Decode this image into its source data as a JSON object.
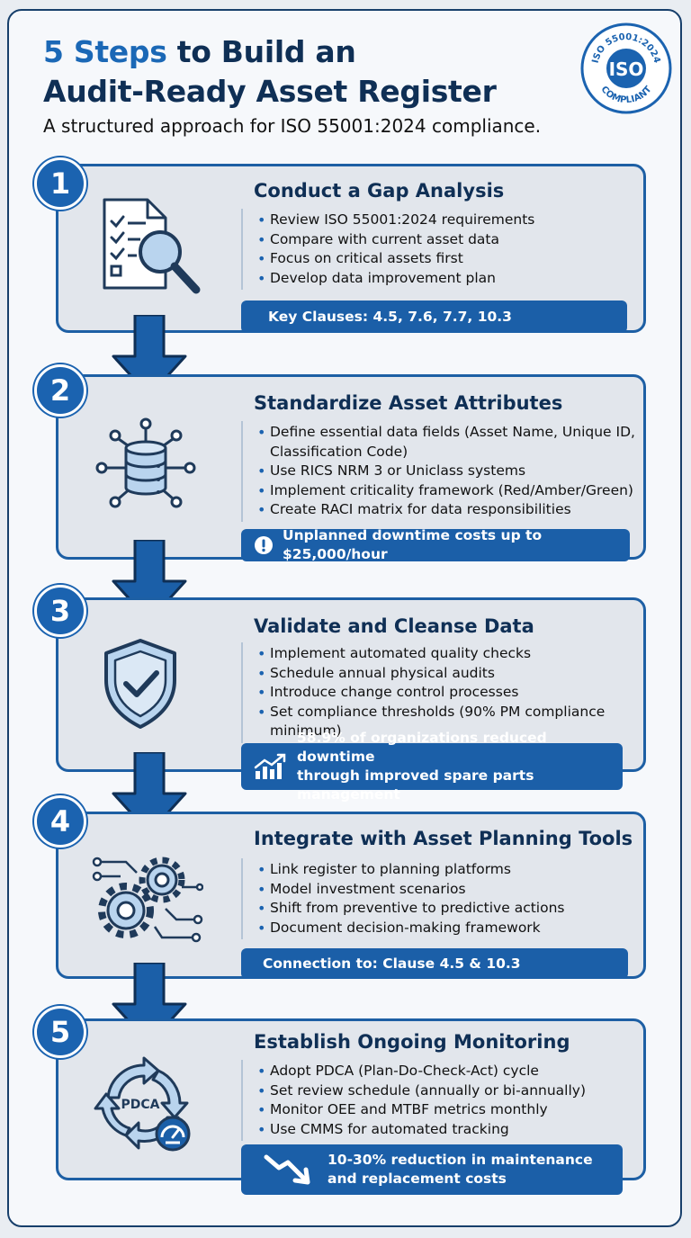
{
  "header": {
    "title_accent": "5 Steps",
    "title_rest": "to Build an",
    "title_line2": "Audit-Ready Asset Register",
    "subtitle": "A structured approach for ISO 55001:2024 compliance.",
    "badge": {
      "center": "ISO",
      "top": "ISO 55001:2024",
      "bottom": "COMPLIANT",
      "icon": "iso-compliance-seal"
    }
  },
  "colors": {
    "primary": "#1b63b0",
    "dark": "#0f2f55",
    "card": "#e2e6ec",
    "banner": "#1b5fa8"
  },
  "steps": [
    {
      "number": "1",
      "title": "Conduct a Gap Analysis",
      "icon": "checklist-magnifier-icon",
      "bullets": [
        "Review ISO 55001:2024 requirements",
        "Compare with current asset data",
        "Focus on critical assets first",
        "Develop data improvement plan"
      ],
      "banner": "Key Clauses: 4.5, 7.6, 7.7, 10.3"
    },
    {
      "number": "2",
      "title": "Standardize Asset Attributes",
      "icon": "database-network-icon",
      "bullets": [
        "Define essential data fields (Asset Name, Unique ID, Classification Code)",
        "Use RICS NRM 3 or Uniclass systems",
        "Implement criticality framework (Red/Amber/Green)",
        "Create RACI matrix for data responsibilities"
      ],
      "banner": "Unplanned downtime costs up to $25,000/hour",
      "banner_icon": "alert-icon"
    },
    {
      "number": "3",
      "title": "Validate and Cleanse Data",
      "icon": "shield-check-icon",
      "bullets": [
        "Implement automated quality checks",
        "Schedule annual physical audits",
        "Introduce change control processes",
        "Set compliance thresholds (90% PM compliance minimum)"
      ],
      "banner_line1": "58.9% of organizations reduced downtime",
      "banner_line2": "through improved spare parts management",
      "banner_icon": "trend-up-icon"
    },
    {
      "number": "4",
      "title": "Integrate with Asset Planning Tools",
      "icon": "gears-circuit-icon",
      "bullets": [
        "Link register to planning platforms",
        "Model investment scenarios",
        "Shift from preventive to predictive actions",
        "Document decision-making framework"
      ],
      "banner": "Connection to: Clause 4.5 & 10.3"
    },
    {
      "number": "5",
      "title": "Establish Ongoing Monitoring",
      "icon": "pdca-cycle-icon",
      "icon_label": "PDCA",
      "bullets": [
        "Adopt PDCA (Plan-Do-Check-Act) cycle",
        "Set review schedule (annually or bi-annually)",
        "Monitor OEE and MTBF metrics monthly",
        "Use CMMS for automated tracking"
      ],
      "banner_line1": "10-30% reduction in maintenance",
      "banner_line2": "and replacement costs",
      "banner_icon": "trend-down-icon"
    }
  ]
}
